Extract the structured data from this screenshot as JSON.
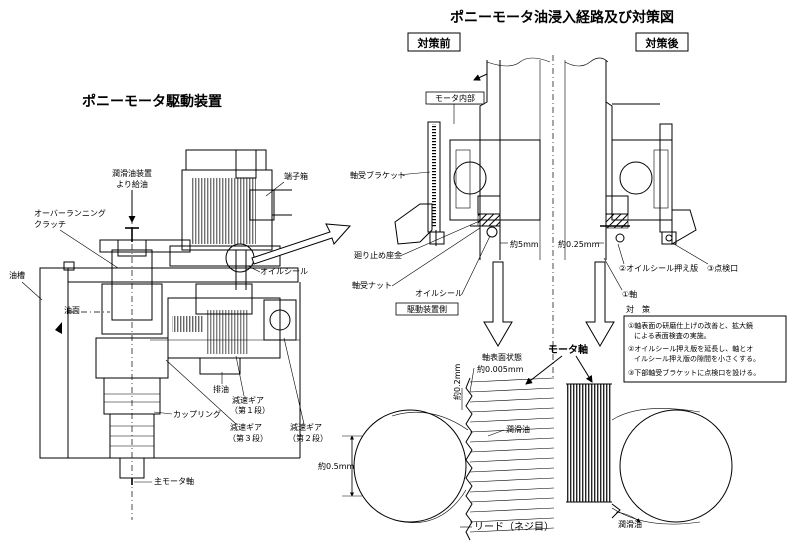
{
  "titles": {
    "main": "ポニーモータ油浸入経路及び対策図",
    "device": "ポニーモータ駆動装置"
  },
  "headers": {
    "before": "対策前",
    "after": "対策後"
  },
  "device_labels": {
    "lube_supply_1": "潤滑油装置",
    "lube_supply_2": "より給油",
    "overrunning_1": "オーバーランニング",
    "overrunning_2": "クラッチ",
    "terminal_box": "端子箱",
    "oil_tank": "油槽",
    "oil_surface": "油面",
    "oil_seal": "オイルシール",
    "drain_oil": "排油",
    "gear1_1": "減速ギア",
    "gear1_2": "（第１段）",
    "coupling": "カップリング",
    "gear3_1": "減速ギア",
    "gear3_2": "（第３段）",
    "gear2_1": "減速ギア",
    "gear2_2": "（第２段）",
    "main_motor_shaft": "主モータ軸"
  },
  "before_labels": {
    "motor_inside": "モータ内部",
    "bearing_bracket": "軸受ブラケット",
    "lock_washer": "廻り止め座金",
    "bearing_nut": "軸受ナット",
    "oil_seal": "オイルシール",
    "drive_side": "駆動装置側",
    "gap": "約5mm"
  },
  "after_labels": {
    "gap": "約0.25mm",
    "seal_plate": "②オイルシール押え版",
    "inspection_port": "③点検口",
    "shaft": "①軸"
  },
  "countermeasures": {
    "title": "対　策",
    "item1_a": "①軸表面の研磨仕上げの改善と、拡大鏡",
    "item1_b": "による表面検査の実施。",
    "item2_a": "②オイルシール押え版を延長し、軸とオ",
    "item2_b": "イルシール押え版の隙間を小さくする。",
    "item3": "③下部軸受ブラケットに点検口を設ける。"
  },
  "detail_labels": {
    "surface_state": "軸表面状態",
    "surface_depth": "約0.005mm",
    "pitch": "約0.2mm",
    "motor_shaft": "モータ軸",
    "lube_oil_1": "潤滑油",
    "lube_oil_2": "潤滑油",
    "dia": "約0.5mm",
    "lead": "リード（ネジ目）"
  }
}
